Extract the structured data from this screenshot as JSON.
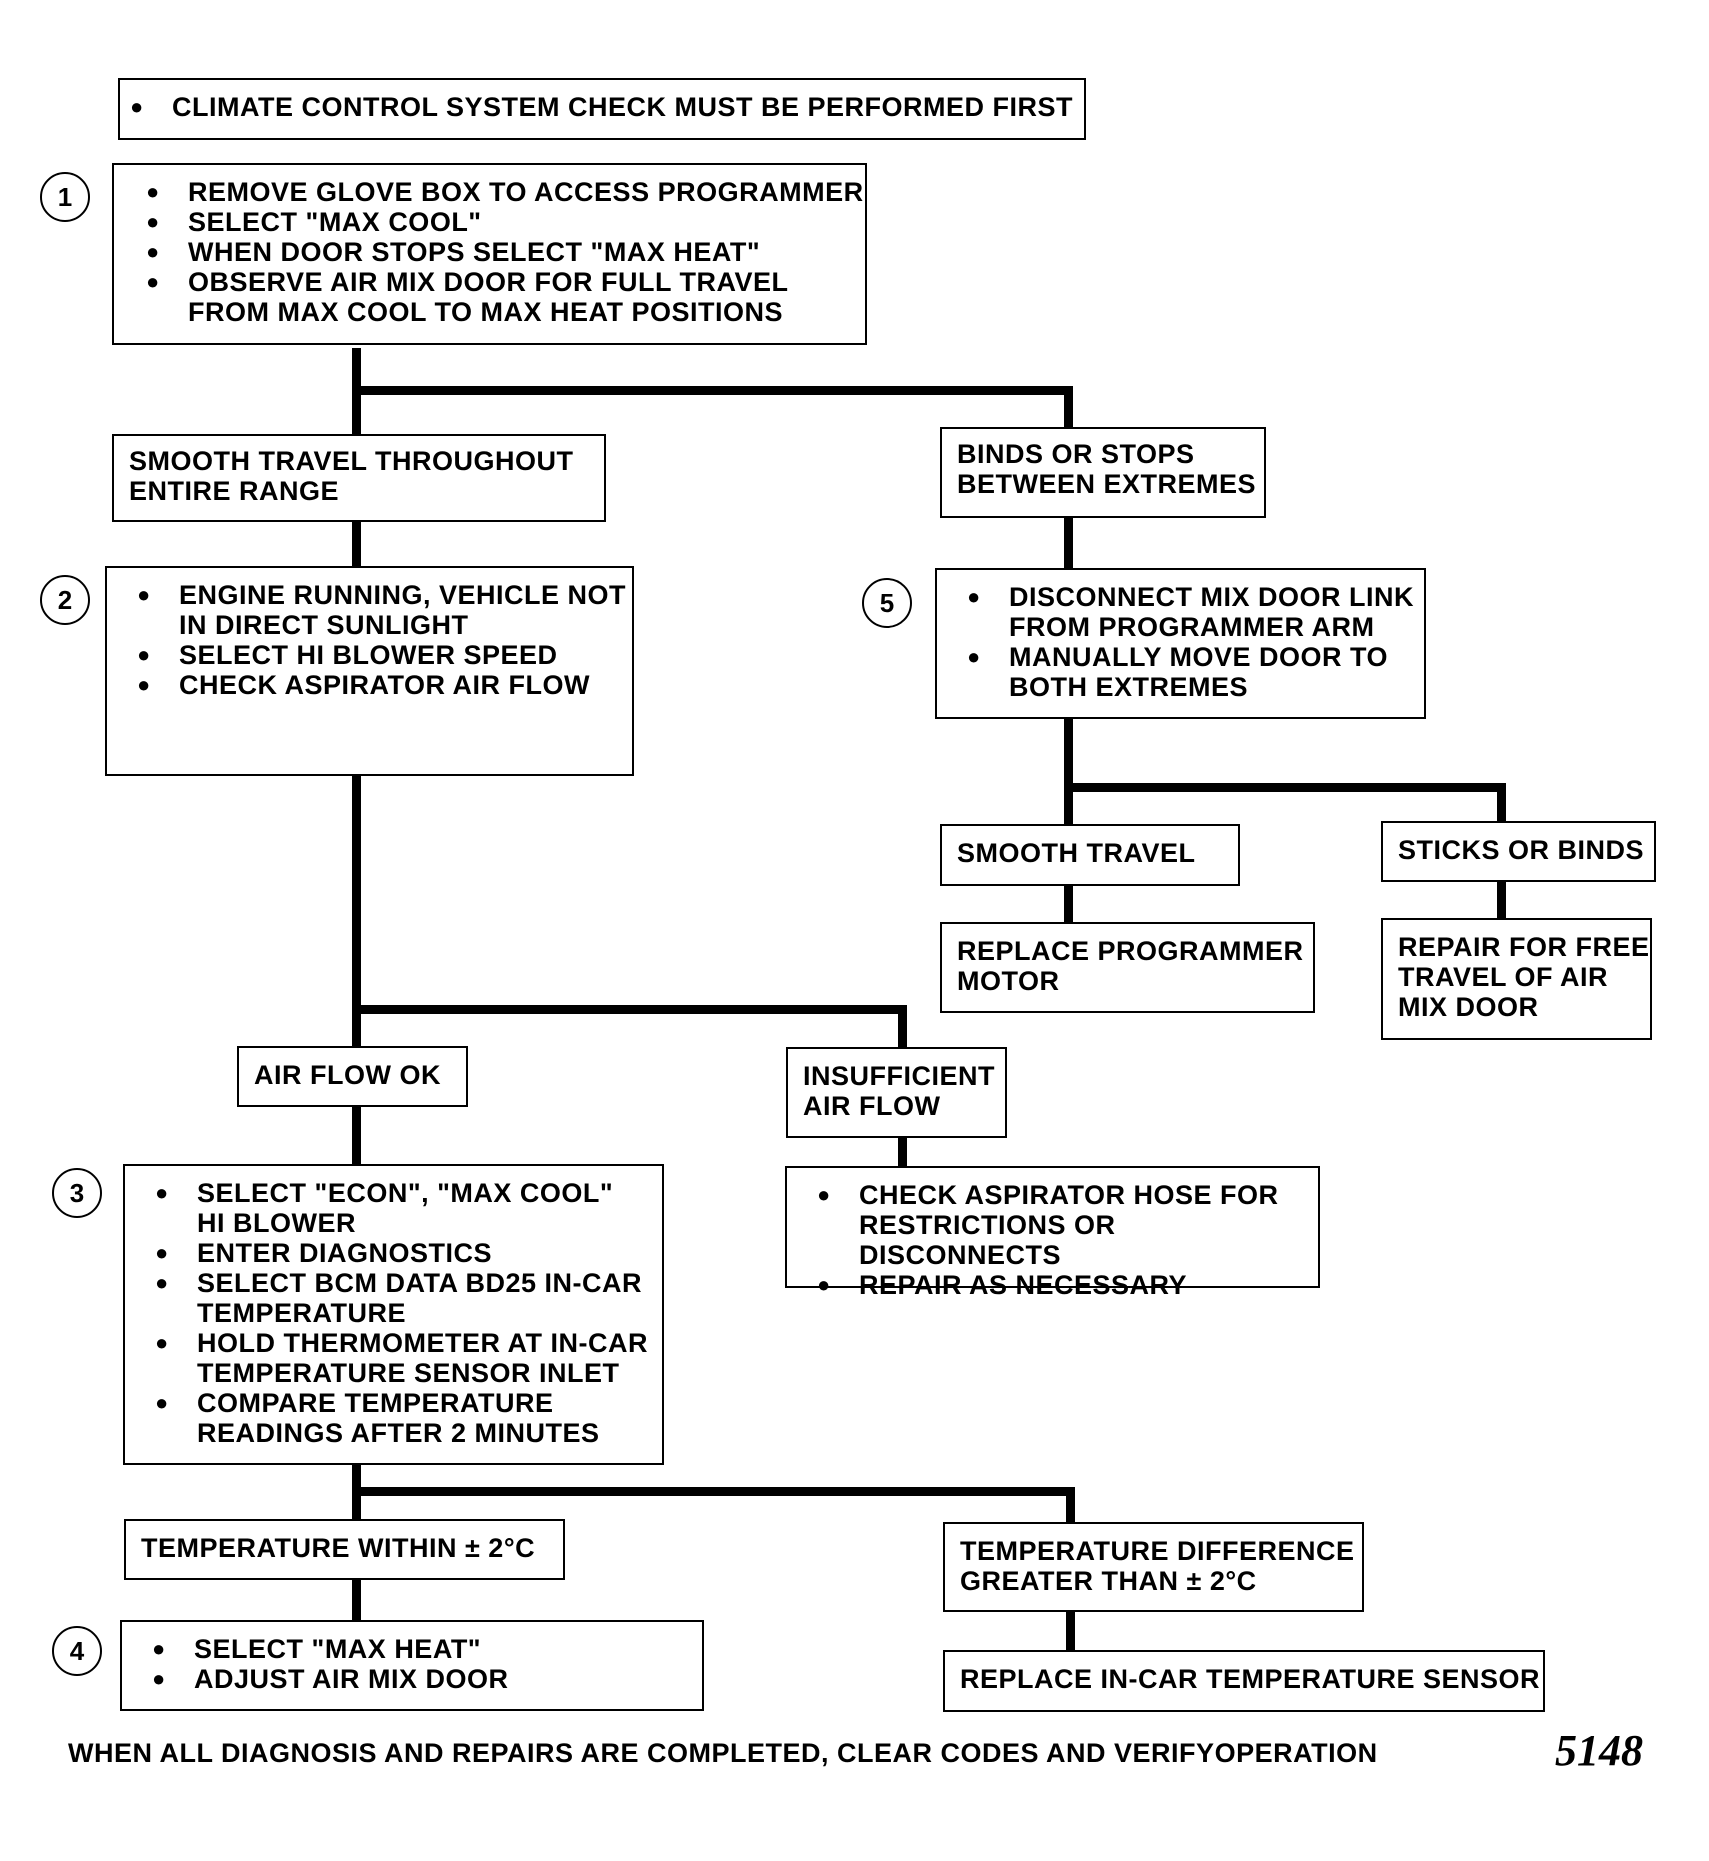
{
  "header_note": "CLIMATE CONTROL SYSTEM CHECK MUST BE PERFORMED FIRST",
  "step1": {
    "number": "1",
    "items": [
      "REMOVE GLOVE BOX TO ACCESS PROGRAMMER",
      "SELECT \"MAX COOL\"",
      "WHEN DOOR STOPS SELECT \"MAX HEAT\"",
      "OBSERVE AIR MIX DOOR FOR FULL TRAVEL\nFROM MAX COOL TO MAX HEAT POSITIONS"
    ]
  },
  "result_smooth_travel_range": "SMOOTH TRAVEL THROUGHOUT\nENTIRE RANGE",
  "result_binds_or_stops": "BINDS OR STOPS\nBETWEEN EXTREMES",
  "step2": {
    "number": "2",
    "items": [
      "ENGINE RUNNING, VEHICLE NOT\nIN DIRECT SUNLIGHT",
      "SELECT HI BLOWER SPEED",
      "CHECK ASPIRATOR AIR FLOW"
    ]
  },
  "step5": {
    "number": "5",
    "items": [
      "DISCONNECT MIX DOOR LINK\nFROM PROGRAMMER ARM",
      "MANUALLY MOVE DOOR TO\nBOTH EXTREMES"
    ]
  },
  "result_smooth_travel": "SMOOTH TRAVEL",
  "result_sticks_or_binds": "STICKS OR BINDS",
  "action_replace_motor": "REPLACE PROGRAMMER\nMOTOR",
  "action_repair_door": "REPAIR FOR FREE\nTRAVEL OF AIR\nMIX DOOR",
  "result_air_flow_ok": "AIR FLOW OK",
  "result_insufficient_air_flow": "INSUFFICIENT\nAIR FLOW",
  "action_check_hose": {
    "items": [
      "CHECK ASPIRATOR HOSE FOR\nRESTRICTIONS OR DISCONNECTS",
      "REPAIR AS NECESSARY"
    ]
  },
  "step3": {
    "number": "3",
    "items": [
      "SELECT \"ECON\", \"MAX COOL\"\nHI BLOWER",
      "ENTER DIAGNOSTICS",
      "SELECT BCM DATA BD25 IN-CAR\nTEMPERATURE",
      "HOLD THERMOMETER AT IN-CAR\nTEMPERATURE SENSOR INLET",
      "COMPARE TEMPERATURE\nREADINGS AFTER 2 MINUTES"
    ]
  },
  "result_temp_within": "TEMPERATURE WITHIN ± 2°C",
  "result_temp_difference": "TEMPERATURE DIFFERENCE\nGREATER THAN ± 2°C",
  "step4": {
    "number": "4",
    "items": [
      "SELECT \"MAX HEAT\"",
      "ADJUST AIR MIX DOOR"
    ]
  },
  "action_replace_sensor": "REPLACE IN-CAR TEMPERATURE SENSOR",
  "footer": "WHEN ALL DIAGNOSIS AND REPAIRS ARE COMPLETED, CLEAR CODES AND VERIFYOPERATION",
  "figure_code": "5148"
}
